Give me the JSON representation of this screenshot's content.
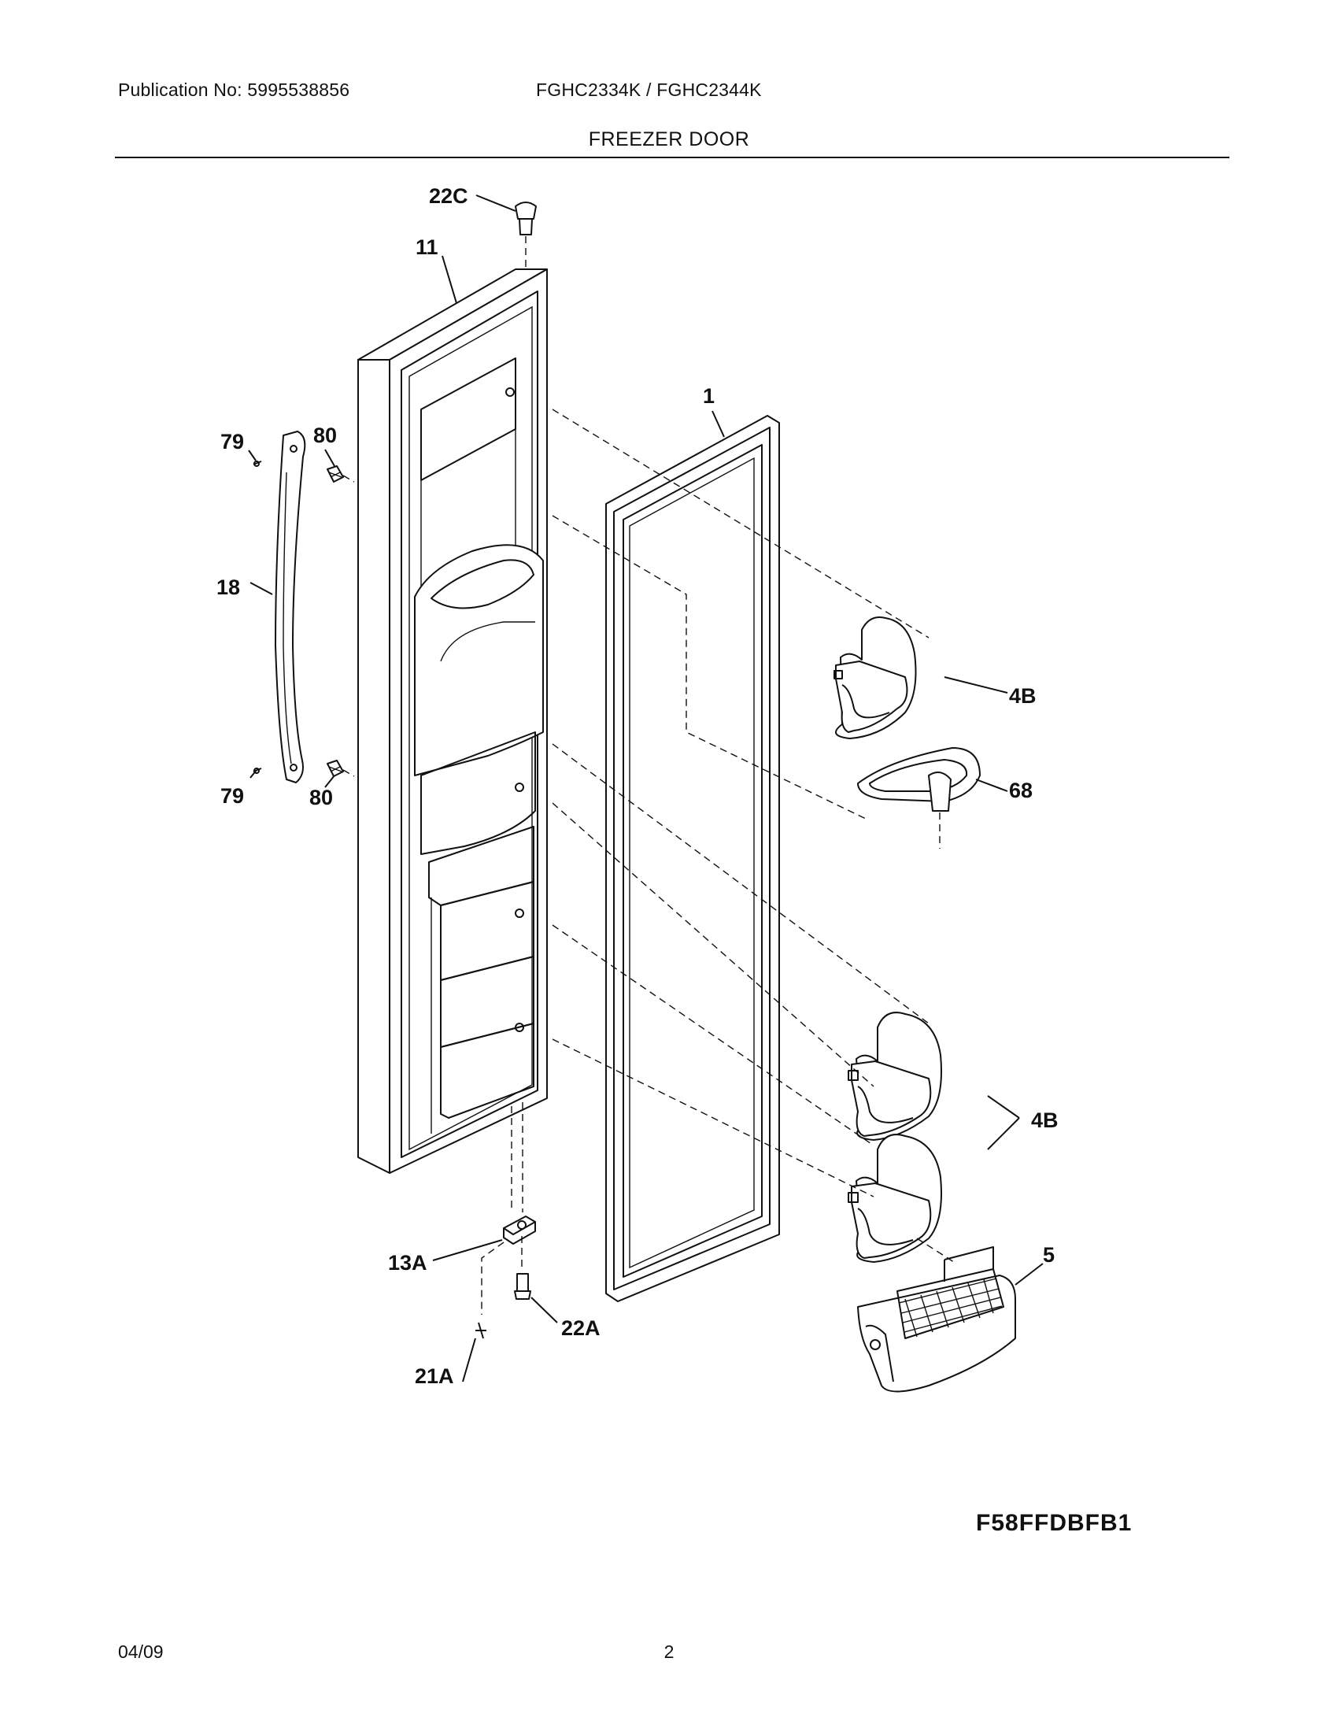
{
  "header": {
    "publication": "Publication No: 5995538856",
    "models": "FGHC2334K / FGHC2344K",
    "section_title": "FREEZER DOOR"
  },
  "callouts": {
    "c22C": "22C",
    "c11": "11",
    "c1": "1",
    "c79a": "79",
    "c80a": "80",
    "c18": "18",
    "c79b": "79",
    "c80b": "80",
    "c4Ba": "4B",
    "c68": "68",
    "c4Bb": "4B",
    "c5": "5",
    "c13A": "13A",
    "c22A": "22A",
    "c21A": "21A"
  },
  "diagram_code": "F58FFDBFB1",
  "footer": {
    "date": "04/09",
    "page_number": "2"
  }
}
